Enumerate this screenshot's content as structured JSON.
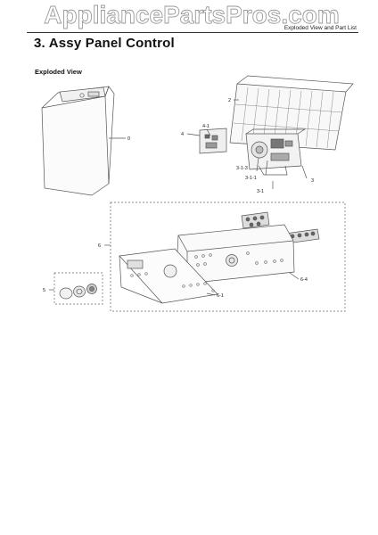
{
  "watermark": "AppliancePartsPros.com",
  "header": {
    "tag": "Exploded View and Part List"
  },
  "section": {
    "title": "3.  Assy Panel Control"
  },
  "subsection": {
    "title": "Exploded View"
  },
  "callouts": {
    "washer": "0",
    "guard": "2",
    "pcb_sub": "4",
    "pcb_sub_part": "4-1",
    "control_1": "3-1-3",
    "control_2": "3-1-1",
    "control_3": "3-1",
    "control_assy": "3",
    "panel_group": "6",
    "panel_part": "6-4",
    "overlay": "6-1",
    "knob_group": "5"
  }
}
